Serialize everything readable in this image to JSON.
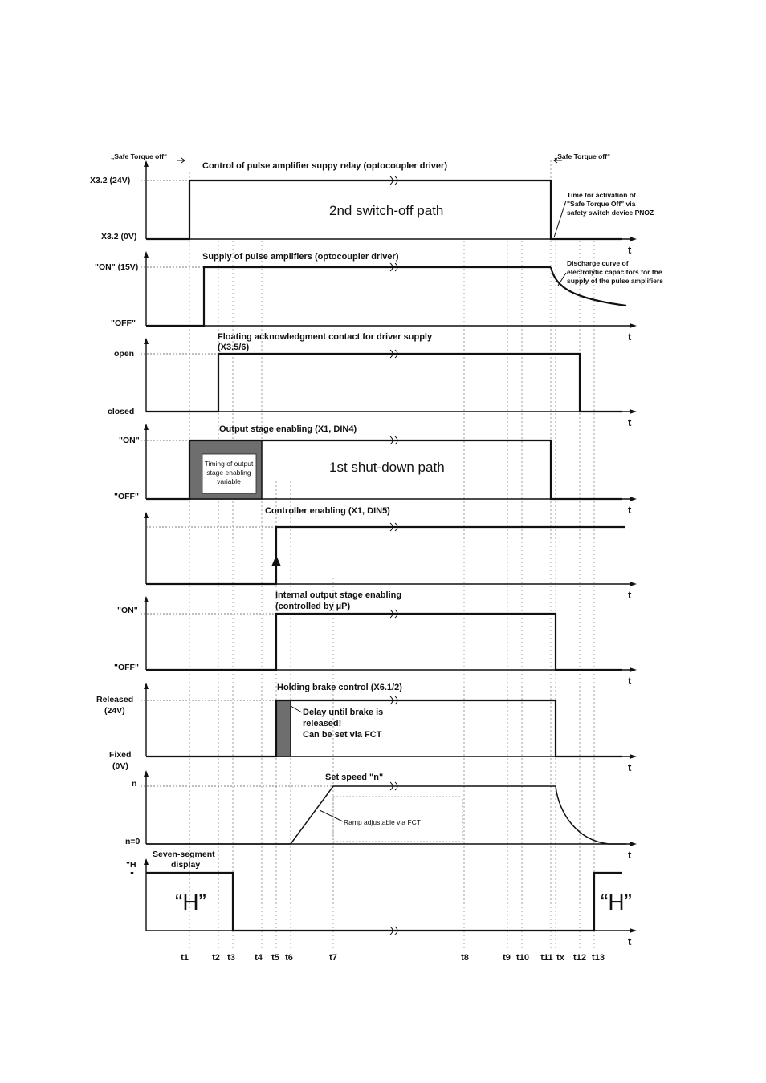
{
  "header": {
    "safe_torque_left": "„Safe Torque off“",
    "safe_torque_right": "„Safe Torque off“"
  },
  "panels": {
    "relay": {
      "title": "Control of pulse amplifier suppy relay (optocoupler driver)",
      "high_label": "X3.2 (24V)",
      "low_label": "X3.2 (0V)",
      "center_text": "2nd switch-off path",
      "note_lines": [
        "Time for activation of",
        "\"Safe Torque Off\" via",
        "safety switch device PNOZ"
      ]
    },
    "supply": {
      "title": "Supply of pulse amplifiers (optocoupler driver)",
      "high_label": "\"ON\" (15V)",
      "low_label": "\"OFF\"",
      "note_lines": [
        "Discharge curve of",
        "electrolytic capacitors for the",
        "supply of the pulse amplifiers"
      ]
    },
    "ack": {
      "title_lines": [
        "Floating acknowledgment contact for driver supply",
        "(X3.5/6)"
      ],
      "high_label": "open",
      "low_label": "closed"
    },
    "output": {
      "title": "Output stage enabling (X1, DIN4)",
      "high_label": "\"ON\"",
      "low_label": "\"OFF\"",
      "center_text": "1st shut-down path",
      "box_lines": [
        "Timing of output",
        "stage enabling",
        "variable"
      ]
    },
    "controller": {
      "title": "Controller enabling (X1, DIN5)"
    },
    "internal": {
      "title_lines": [
        "Internal output stage enabling",
        "(controlled by µP)"
      ],
      "high_label": "\"ON\"",
      "low_label": "\"OFF\""
    },
    "brake": {
      "title": "Holding brake control (X6.1/2)",
      "high_label_lines": [
        "Released",
        "(24V)"
      ],
      "low_label_lines": [
        "Fixed",
        "(0V)"
      ],
      "note_lines": [
        "Delay until brake is",
        "released!",
        "Can be set via FCT"
      ]
    },
    "speed": {
      "title": "Set speed \"n\"",
      "high_label": "n",
      "low_label": "n=0",
      "note": "Ramp adjustable via FCT"
    },
    "display": {
      "title_lines": [
        "Seven-segment",
        "display"
      ],
      "high_label_lines": [
        "\"H",
        "\""
      ],
      "left_text": "“H”",
      "right_text": "“H”"
    }
  },
  "axis_label": "t",
  "time_ticks": [
    "t1",
    "t2",
    "t3",
    "t4",
    "t5",
    "t6",
    "t7",
    "t8",
    "t9",
    "t10",
    "t11",
    "tx",
    "t12",
    "t13"
  ]
}
